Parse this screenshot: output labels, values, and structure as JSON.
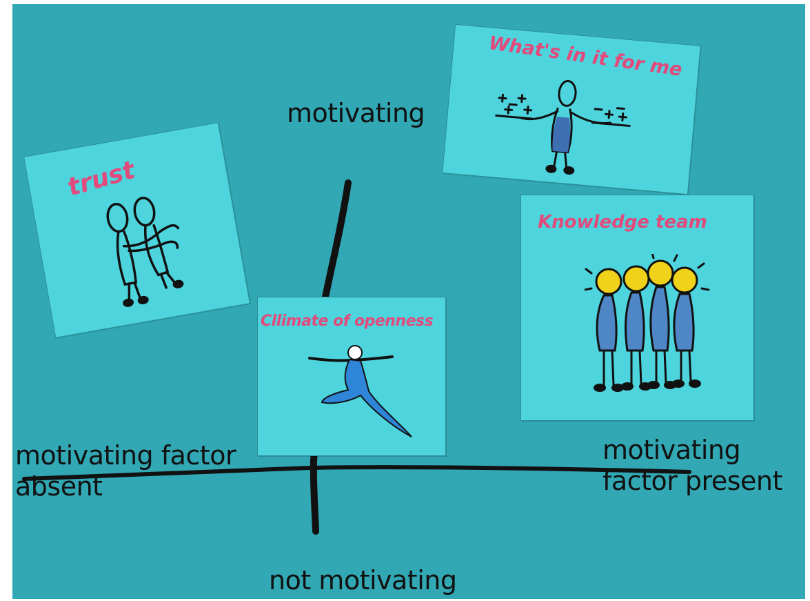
{
  "axes": {
    "top_label": "motivating",
    "bottom_label": "not motivating",
    "left_label": [
      "motivating factor",
      "absent"
    ],
    "right_label": [
      "motivating",
      "factor present"
    ]
  },
  "cards": {
    "trust": {
      "title": "trust",
      "icon": "two-people-icon"
    },
    "wiifm": {
      "title": "What's in it for me",
      "icon": "person-with-plus-minus-icon"
    },
    "knowledge": {
      "title": "Knowledge team",
      "icon": "lightbulb-team-icon"
    },
    "openness": {
      "title": "Cllimate of openness",
      "icon": "leaping-dancer-icon"
    }
  },
  "colors": {
    "background": "#31a8b4",
    "card": "#4dd4dc",
    "title": "#e24a7c",
    "axis": "#111111"
  }
}
